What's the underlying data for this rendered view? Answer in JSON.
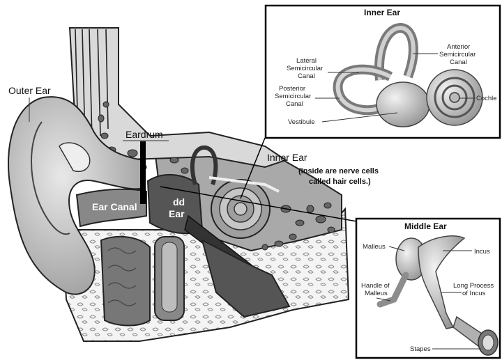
{
  "main_labels": {
    "outer_ear": "Outer Ear",
    "eardrum": "Eardrum",
    "ear_canal": "Ear Canal",
    "middle_ear_partial_1": "dd",
    "middle_ear_partial_2": "Ear",
    "inner_ear": "Inner Ear",
    "inner_ear_note_1": "(Inside are nerve cells",
    "inner_ear_note_2": "called hair cells.)"
  },
  "inner_ear_inset": {
    "title": "Inner Ear",
    "lateral_1": "Lateral",
    "lateral_2": "Semicircular",
    "lateral_3": "Canal",
    "posterior_1": "Posterior",
    "posterior_2": "Semicircular",
    "posterior_3": "Canal",
    "vestibule": "Vestibule",
    "anterior_1": "Anterior",
    "anterior_2": "Semicircular",
    "anterior_3": "Canal",
    "cochlea": "Cochle"
  },
  "middle_ear_inset": {
    "title": "Middle Ear",
    "malleus": "Malleus",
    "incus": "Incus",
    "handle_1": "Handle of",
    "handle_2": "Malleus",
    "long_process_1": "Long Process",
    "long_process_2": "of Incus",
    "stapes": "Stapes"
  }
}
